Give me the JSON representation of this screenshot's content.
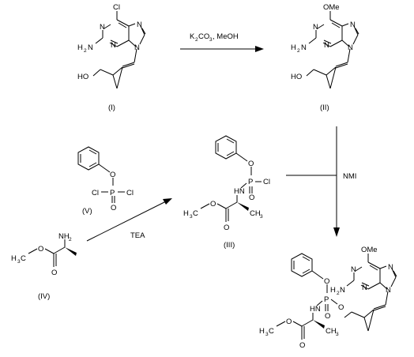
{
  "compounds": {
    "I": {
      "label": "(I)",
      "atoms": {
        "cl": "Cl",
        "n": "N",
        "nh2_main": "H",
        "nh2_sub": "2",
        "nh2_n": "N",
        "ho": "HO"
      }
    },
    "II": {
      "label": "(II)",
      "atoms": {
        "ome": "OMe",
        "n": "N",
        "nh2_main": "H",
        "nh2_sub": "2",
        "nh2_n": "N",
        "ho": "HO"
      }
    },
    "III": {
      "label": "(III)",
      "atoms": {
        "o": "O",
        "p": "P",
        "cl": "Cl",
        "hn": "HN",
        "h3c_h": "H",
        "h3c_3": "3",
        "h3c_c": "C",
        "ch3_c": "CH",
        "ch3_3": "3"
      }
    },
    "IV": {
      "label": "(IV)",
      "atoms": {
        "nh2_n": "NH",
        "nh2_2": "2",
        "o": "O",
        "h3c_h": "H",
        "h3c_3": "3",
        "h3c_c": "C"
      }
    },
    "V": {
      "label": "(V)",
      "atoms": {
        "o": "O",
        "p": "P",
        "cl": "Cl"
      }
    },
    "product": {
      "atoms": {
        "ome": "OMe",
        "n": "N",
        "h2n_h": "H",
        "h2n_2": "2",
        "h2n_n": "N",
        "o": "O",
        "p": "P",
        "hn": "HN",
        "h3c_h": "H",
        "h3c_3": "3",
        "h3c_c": "C",
        "ch3_c": "CH",
        "ch3_3": "3"
      }
    }
  },
  "reagents": {
    "step1_k": "K",
    "step1_2": "2",
    "step1_co": "CO",
    "step1_3": "3",
    "step1_rest": ", MeOH",
    "step2": "TEA",
    "step3": "NMI"
  }
}
